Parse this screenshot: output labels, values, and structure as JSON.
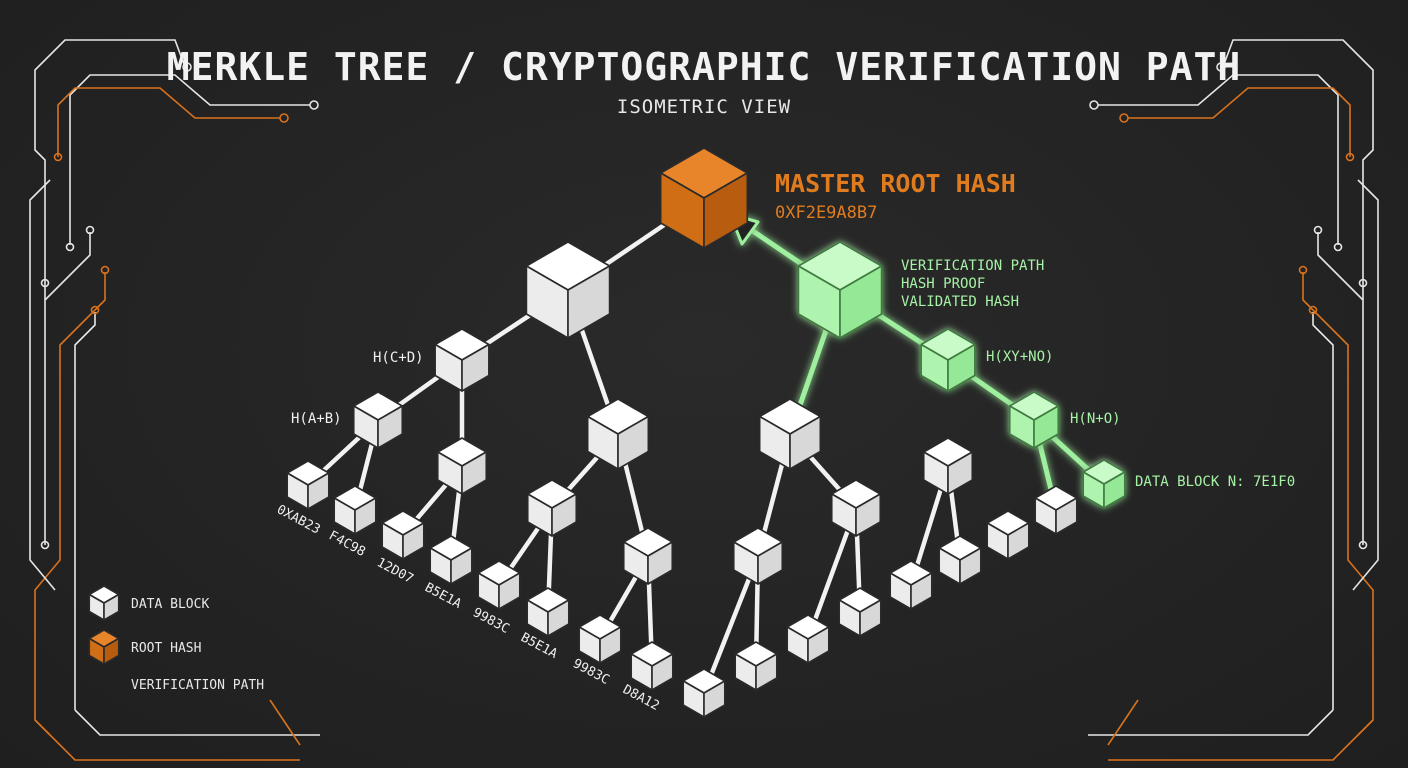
{
  "header": {
    "title": "MERKLE TREE / CRYPTOGRAPHIC VERIFICATION PATH",
    "subtitle": "ISOMETRIC VIEW"
  },
  "root": {
    "label": "MASTER ROOT HASH",
    "hash": "0XF2E9A8B7"
  },
  "verification_notes": [
    "VERIFICATION PATH",
    "HASH PROOF",
    "VALIDATED HASH"
  ],
  "node_labels": {
    "cd": "H(C+D)",
    "ab": "H(A+B)",
    "xyno": "H(XY+NO)",
    "no": "H(N+O)",
    "data_block_n": "DATA BLOCK N: 7E1F0"
  },
  "leaf_labels": [
    "0XAB23",
    "F4C98",
    "12D07",
    "B5E1A",
    "9983C",
    "B5E1A",
    "9983C",
    "D8A12"
  ],
  "legend": {
    "data_block": "DATA BLOCK",
    "root_hash": "ROOT HASH",
    "verification_path": "VERIFICATION PATH"
  },
  "colors": {
    "background": "#232323",
    "block": "#ffffff",
    "root": "#e07b1e",
    "path": "#9ef09e",
    "circuit_white": "#e6e6e6",
    "circuit_orange": "#d9721c"
  }
}
